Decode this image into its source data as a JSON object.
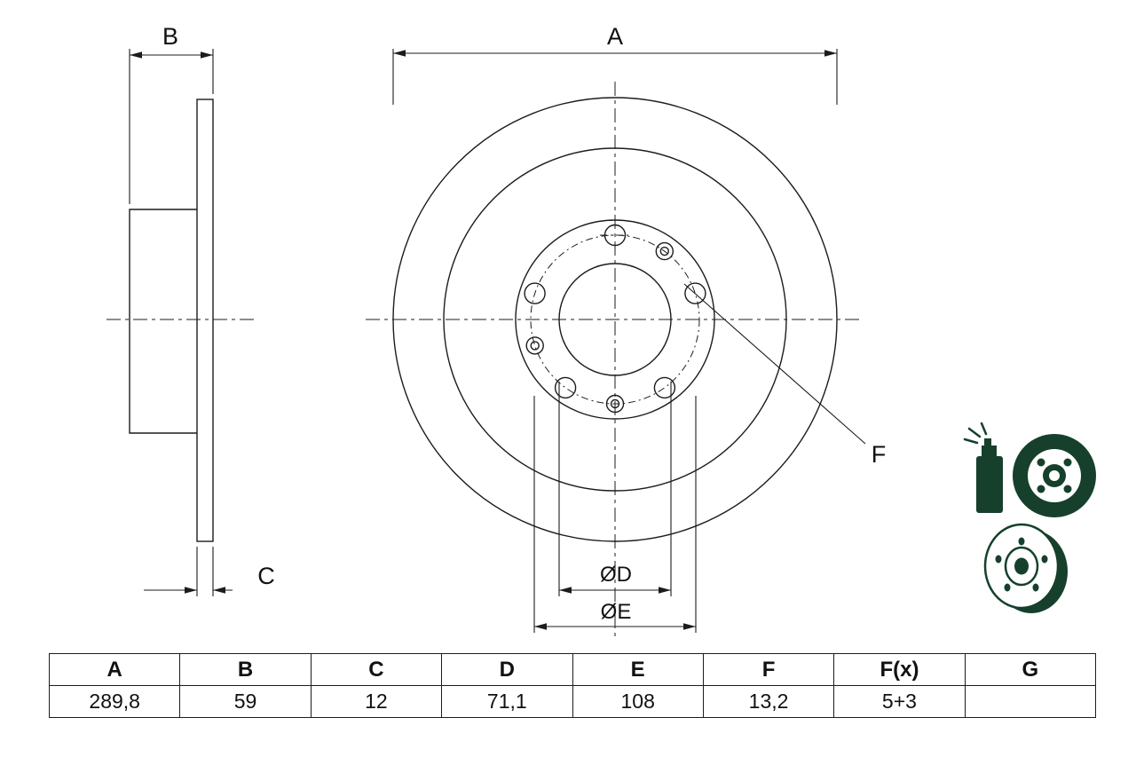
{
  "colors": {
    "line": "#1c1c1c",
    "icon_green": "#16402b",
    "background": "#ffffff"
  },
  "drawing": {
    "dim_labels": {
      "a": "A",
      "b": "B",
      "c": "C",
      "d": "ØD",
      "e": "ØE",
      "f": "F"
    }
  },
  "spec_table": {
    "headers": [
      "A",
      "B",
      "C",
      "D",
      "E",
      "F",
      "F(x)",
      "G"
    ],
    "values": [
      "289,8",
      "59",
      "12",
      "71,1",
      "108",
      "13,2",
      "5+3",
      ""
    ]
  }
}
